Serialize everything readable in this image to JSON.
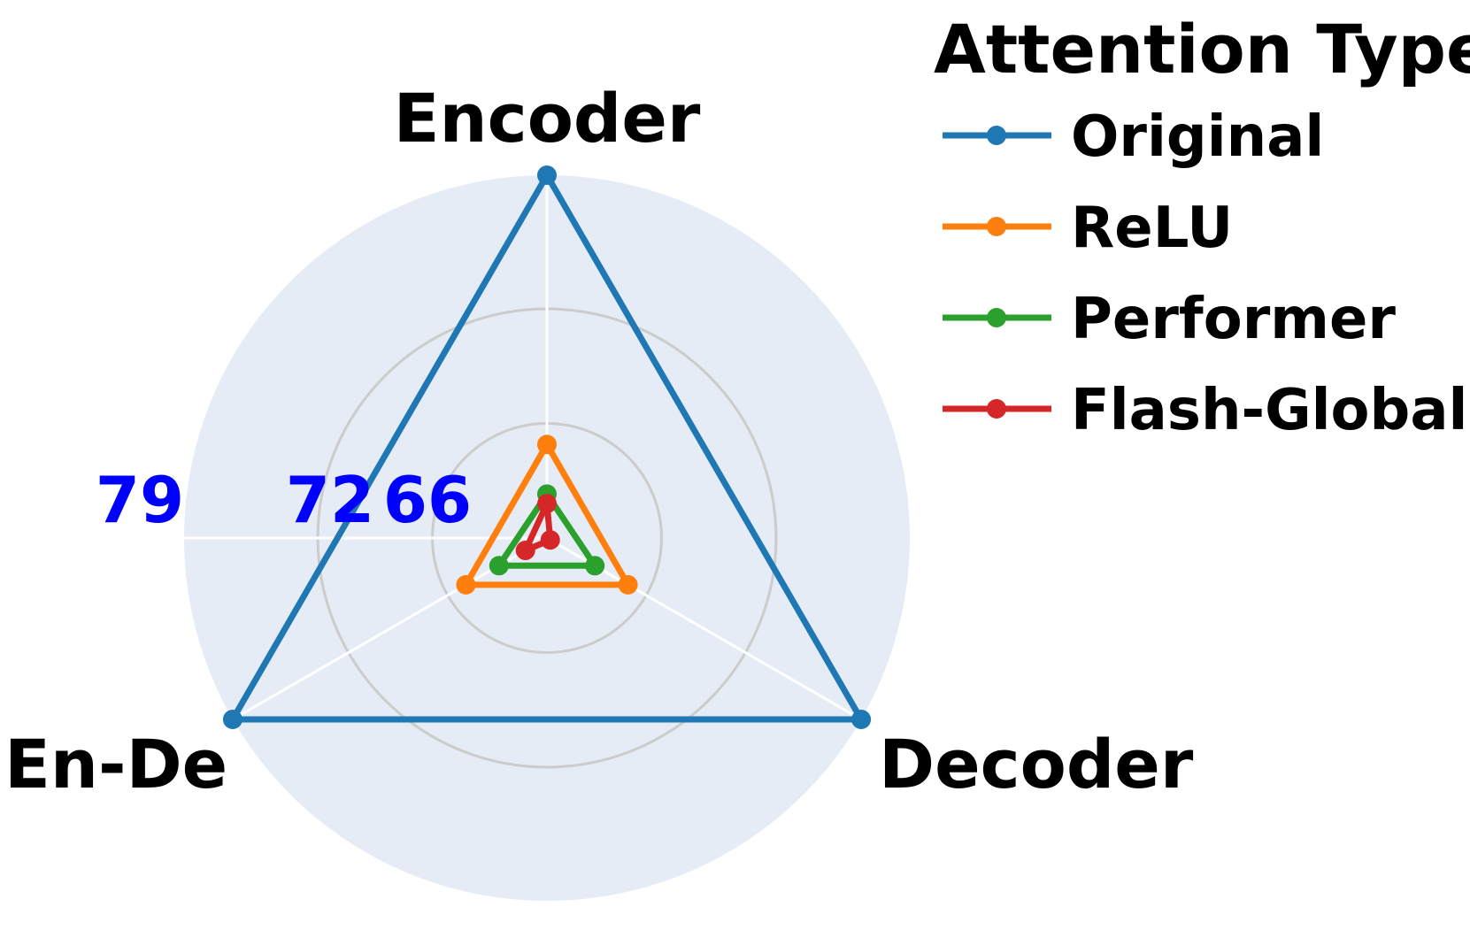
{
  "chart_data": {
    "type": "radar",
    "axes": [
      "Encoder",
      "Decoder",
      "En-De"
    ],
    "radial_range": [
      60,
      79
    ],
    "radial_ticks": [
      66,
      72,
      79
    ],
    "radial_tick_labels": [
      "66",
      "72",
      "79"
    ],
    "grid": true,
    "legend": {
      "title": "Attention Type:",
      "placement": "right"
    },
    "series": [
      {
        "name": "Original",
        "color": "#1f77b4",
        "values": [
          79,
          79,
          79
        ]
      },
      {
        "name": "ReLU",
        "color": "#ff7f0e",
        "values": [
          64.9,
          64.9,
          64.9
        ]
      },
      {
        "name": "Performer",
        "color": "#2ca02c",
        "values": [
          62.3,
          62.9,
          62.9
        ]
      },
      {
        "name": "Flash-Global",
        "color": "#d62728",
        "values": [
          61.8,
          60.2,
          61.3
        ]
      }
    ]
  }
}
